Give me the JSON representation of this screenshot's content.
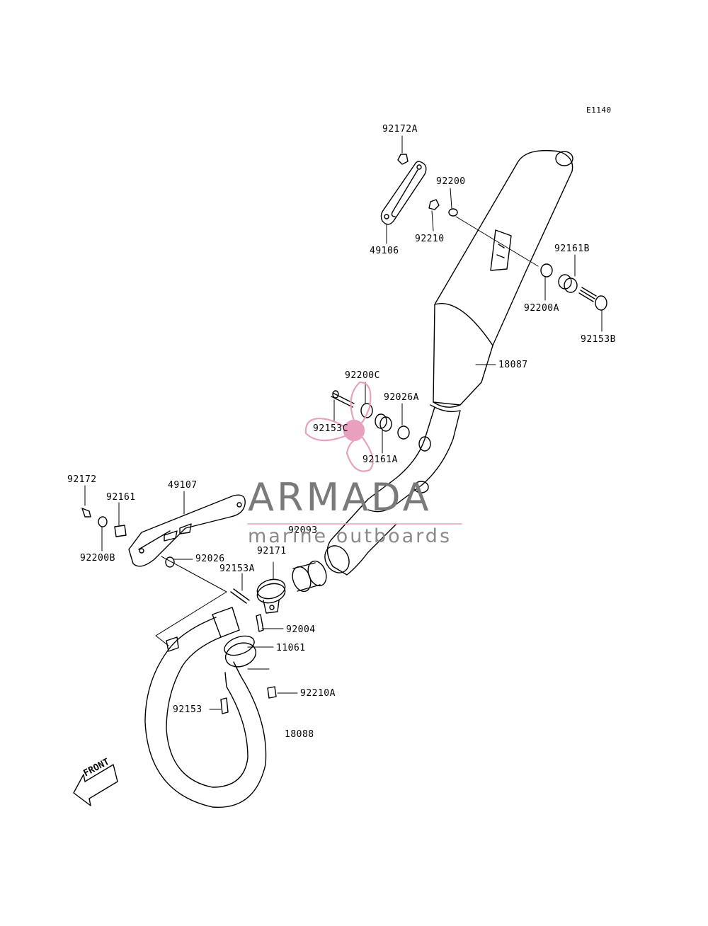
{
  "diagram_code": "E1140",
  "labels": {
    "p92172A": "92172A",
    "p92200": "92200",
    "p92210": "92210",
    "p49106": "49106",
    "p92161B": "92161B",
    "p92200A": "92200A",
    "p92153B": "92153B",
    "p18087": "18087",
    "p92200C": "92200C",
    "p92026A": "92026A",
    "p92153C": "92153C",
    "p92161A": "92161A",
    "p92172": "92172",
    "p92161": "92161",
    "p49107": "49107",
    "p92200B": "92200B",
    "p92026": "92026",
    "p92093": "92093",
    "p92171": "92171",
    "p92153A": "92153A",
    "p92004": "92004",
    "p11061": "11061",
    "p92210A": "92210A",
    "p92153": "92153",
    "p18088": "18088"
  },
  "front_label": "FRONT",
  "watermark": {
    "title": "ARMADA",
    "subtitle": "marine outboards",
    "icon": "propeller-icon",
    "accent_color": "#e8a0be"
  }
}
